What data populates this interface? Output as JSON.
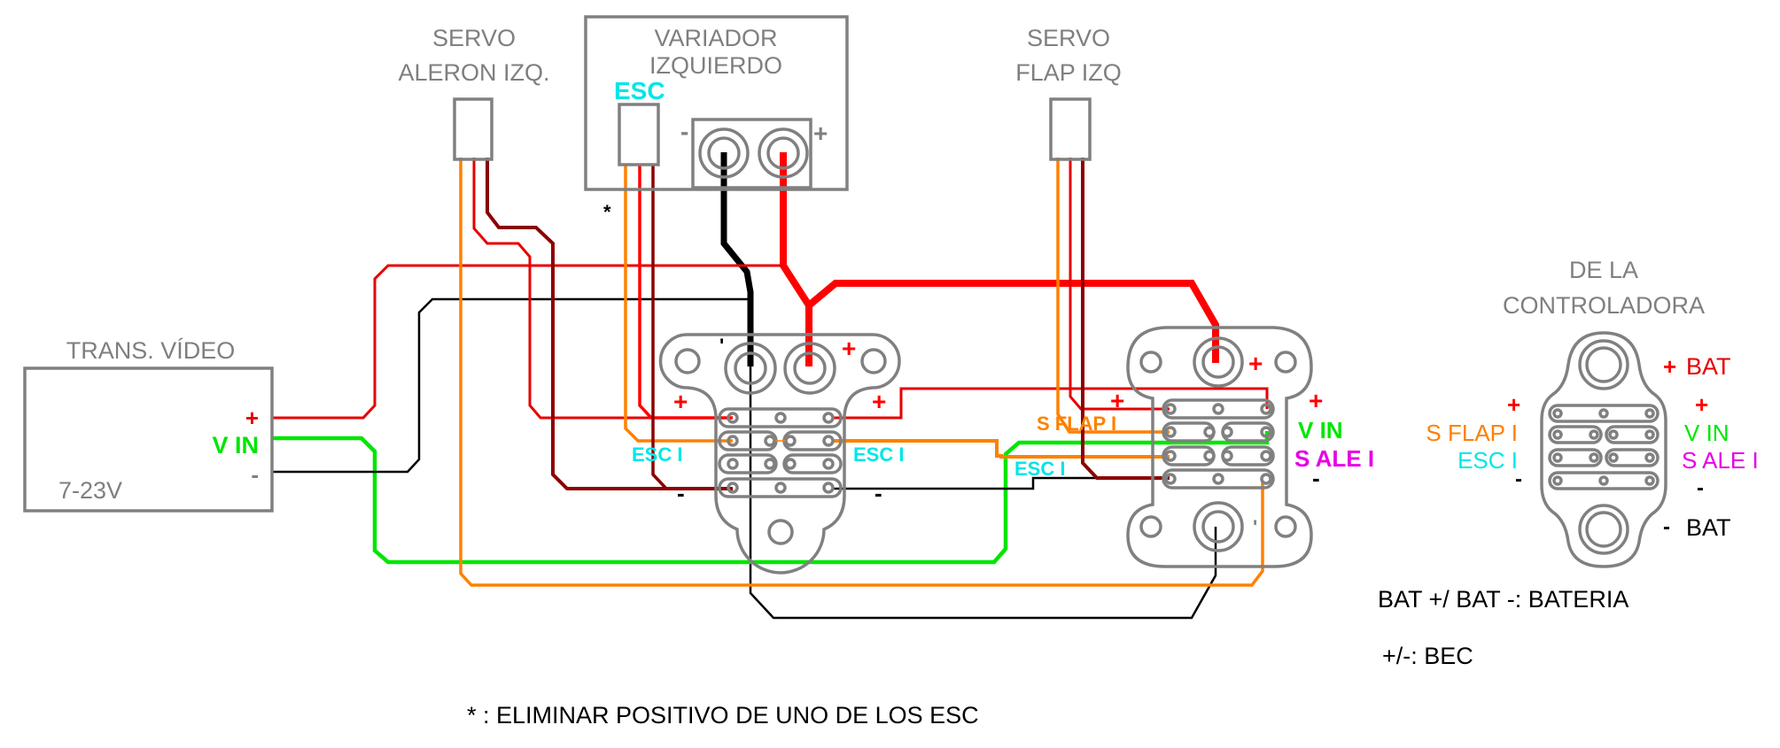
{
  "diagram": {
    "title": "Wiring diagram - left wing power distribution",
    "colors": {
      "outline": "#808080",
      "positive": "#ff0000",
      "negative": "#000000",
      "servo_negative": "#8b0000",
      "signal": "#ff8000",
      "video_in": "#00e600",
      "esc_label": "#00e6e6",
      "sale_label": "#e600e6"
    },
    "components": {
      "servo_aileron": {
        "line1": "SERVO",
        "line2": "ALERON IZQ."
      },
      "variador": {
        "line1": "VARIADOR",
        "line2": "IZQUIERDO",
        "esc": "ESC",
        "minus": "-",
        "plus": "+",
        "asterisk": "*"
      },
      "servo_flap": {
        "line1": "SERVO",
        "line2": "FLAP IZQ"
      },
      "trans_video": {
        "title": "TRANS. VÍDEO",
        "plus": "+",
        "vin": "V IN",
        "minus": "-",
        "voltage": "7-23V"
      },
      "left_board": {
        "plus_top": "+",
        "minus_top": "'",
        "plus_left": "+",
        "plus_right": "+",
        "esc_left": "ESC I",
        "esc_right": "ESC I",
        "minus_left": "-",
        "minus_right": "-"
      },
      "right_board": {
        "plus_top": "+",
        "plus_left": "+",
        "plus_right": "+",
        "s_flap": "S FLAP I",
        "esc": "ESC I",
        "vin": "V IN",
        "s_ale": "S ALE I",
        "minus_right": "-",
        "minus_bottom": "'"
      },
      "controller": {
        "line1": "DE LA",
        "line2": "CONTROLADORA",
        "bat_plus_sign": "+",
        "bat_plus": "BAT",
        "left_plus": "+",
        "s_flap": "S FLAP I",
        "esc": "ESC I",
        "left_minus": "-",
        "right_plus": "+",
        "vin": "V IN",
        "s_ale": "S ALE I",
        "right_minus": "-",
        "bat_minus_sign": "-",
        "bat_minus": "BAT"
      }
    },
    "notes": {
      "bat": "BAT +/ BAT -: BATERIA",
      "bec": "+/-: BEC",
      "footnote": "* : ELIMINAR POSITIVO DE UNO DE LOS ESC"
    }
  }
}
